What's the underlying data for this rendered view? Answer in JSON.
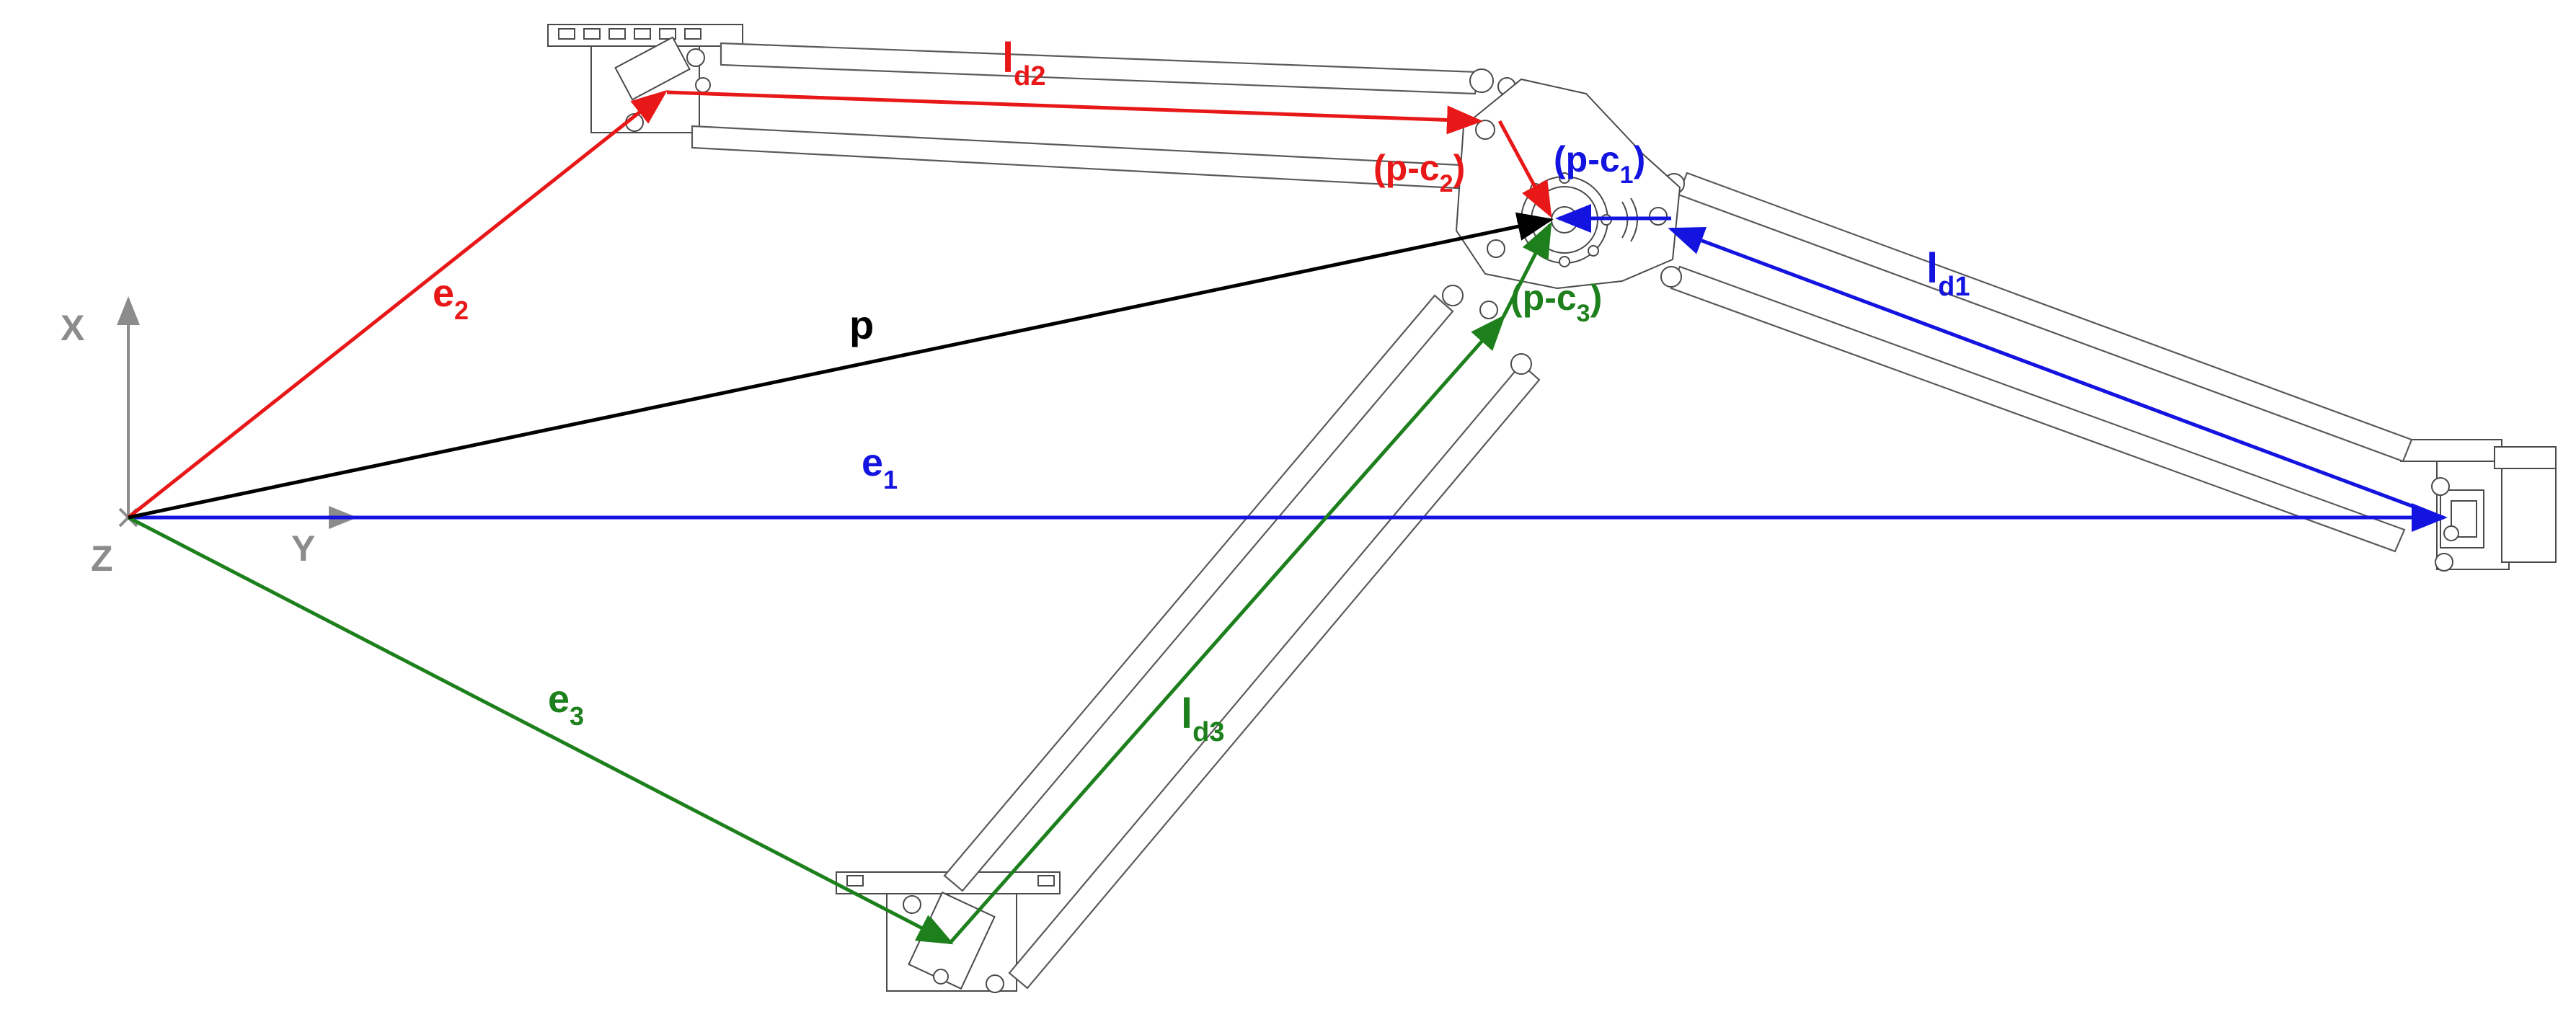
{
  "colors": {
    "red": "#e81818",
    "blue": "#1414e0",
    "green": "#1d801d",
    "black": "#000000",
    "axis_gray": "#8c8c8c",
    "mechanism_gray": "#4a4a4a"
  },
  "axes": {
    "x": "X",
    "y": "Y",
    "z": "Z"
  },
  "labels": {
    "e1": {
      "main": "e",
      "sub": "1"
    },
    "e2": {
      "main": "e",
      "sub": "2"
    },
    "e3": {
      "main": "e",
      "sub": "3"
    },
    "p": {
      "main": "p"
    },
    "ld1": {
      "main": "l",
      "sub": "d1"
    },
    "ld2": {
      "main": "l",
      "sub": "d2"
    },
    "ld3": {
      "main": "l",
      "sub": "d3"
    },
    "pc1": {
      "pre": "(p-c",
      "sub": "1",
      "post": ")"
    },
    "pc2": {
      "pre": "(p-c",
      "sub": "2",
      "post": ")"
    },
    "pc3": {
      "pre": "(p-c",
      "sub": "3",
      "post": ")"
    }
  }
}
